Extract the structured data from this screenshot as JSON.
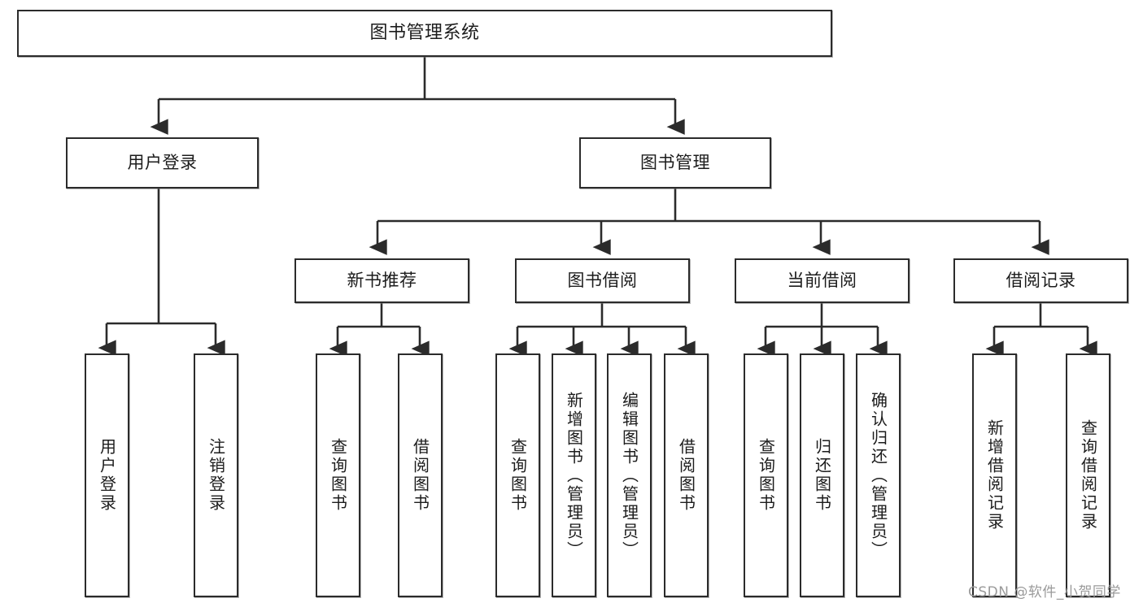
{
  "diagram": {
    "title": "图书管理系统",
    "watermark": "CSDN @软件_小贺同学",
    "line_color": "#2b2b2b",
    "box_fill": "#ffffff",
    "text_color": "#1c1c1c",
    "nodes": {
      "root": {
        "label": "图书管理系统"
      },
      "level2": [
        {
          "id": "user-login",
          "label": "用户登录"
        },
        {
          "id": "book-management",
          "label": "图书管理"
        }
      ],
      "level3": [
        {
          "id": "new-book-recommend",
          "label": "新书推荐"
        },
        {
          "id": "book-borrow",
          "label": "图书借阅"
        },
        {
          "id": "current-borrow",
          "label": "当前借阅"
        },
        {
          "id": "borrow-record",
          "label": "借阅记录"
        }
      ],
      "leaves": {
        "user_login": [
          {
            "id": "leaf-user-login",
            "label": "用户登录"
          },
          {
            "id": "leaf-logout-login",
            "label": "注销登录"
          }
        ],
        "new_book_recommend": [
          {
            "id": "leaf-query-book-1",
            "label": "查询图书"
          },
          {
            "id": "leaf-borrow-book-1",
            "label": "借阅图书"
          }
        ],
        "book_borrow": [
          {
            "id": "leaf-query-book-2",
            "label": "查询图书"
          },
          {
            "id": "leaf-add-book",
            "label": "新增图书（管理员）"
          },
          {
            "id": "leaf-edit-book",
            "label": "编辑图书（管理员）"
          },
          {
            "id": "leaf-borrow-book-2",
            "label": "借阅图书"
          }
        ],
        "current_borrow": [
          {
            "id": "leaf-query-book-3",
            "label": "查询图书"
          },
          {
            "id": "leaf-return-book",
            "label": "归还图书"
          },
          {
            "id": "leaf-confirm-return",
            "label": "确认归还（管理员）"
          }
        ],
        "borrow_record": [
          {
            "id": "leaf-add-borrow-record",
            "label": "新增借阅记录"
          },
          {
            "id": "leaf-query-borrow-record",
            "label": "查询借阅记录"
          }
        ]
      }
    }
  }
}
